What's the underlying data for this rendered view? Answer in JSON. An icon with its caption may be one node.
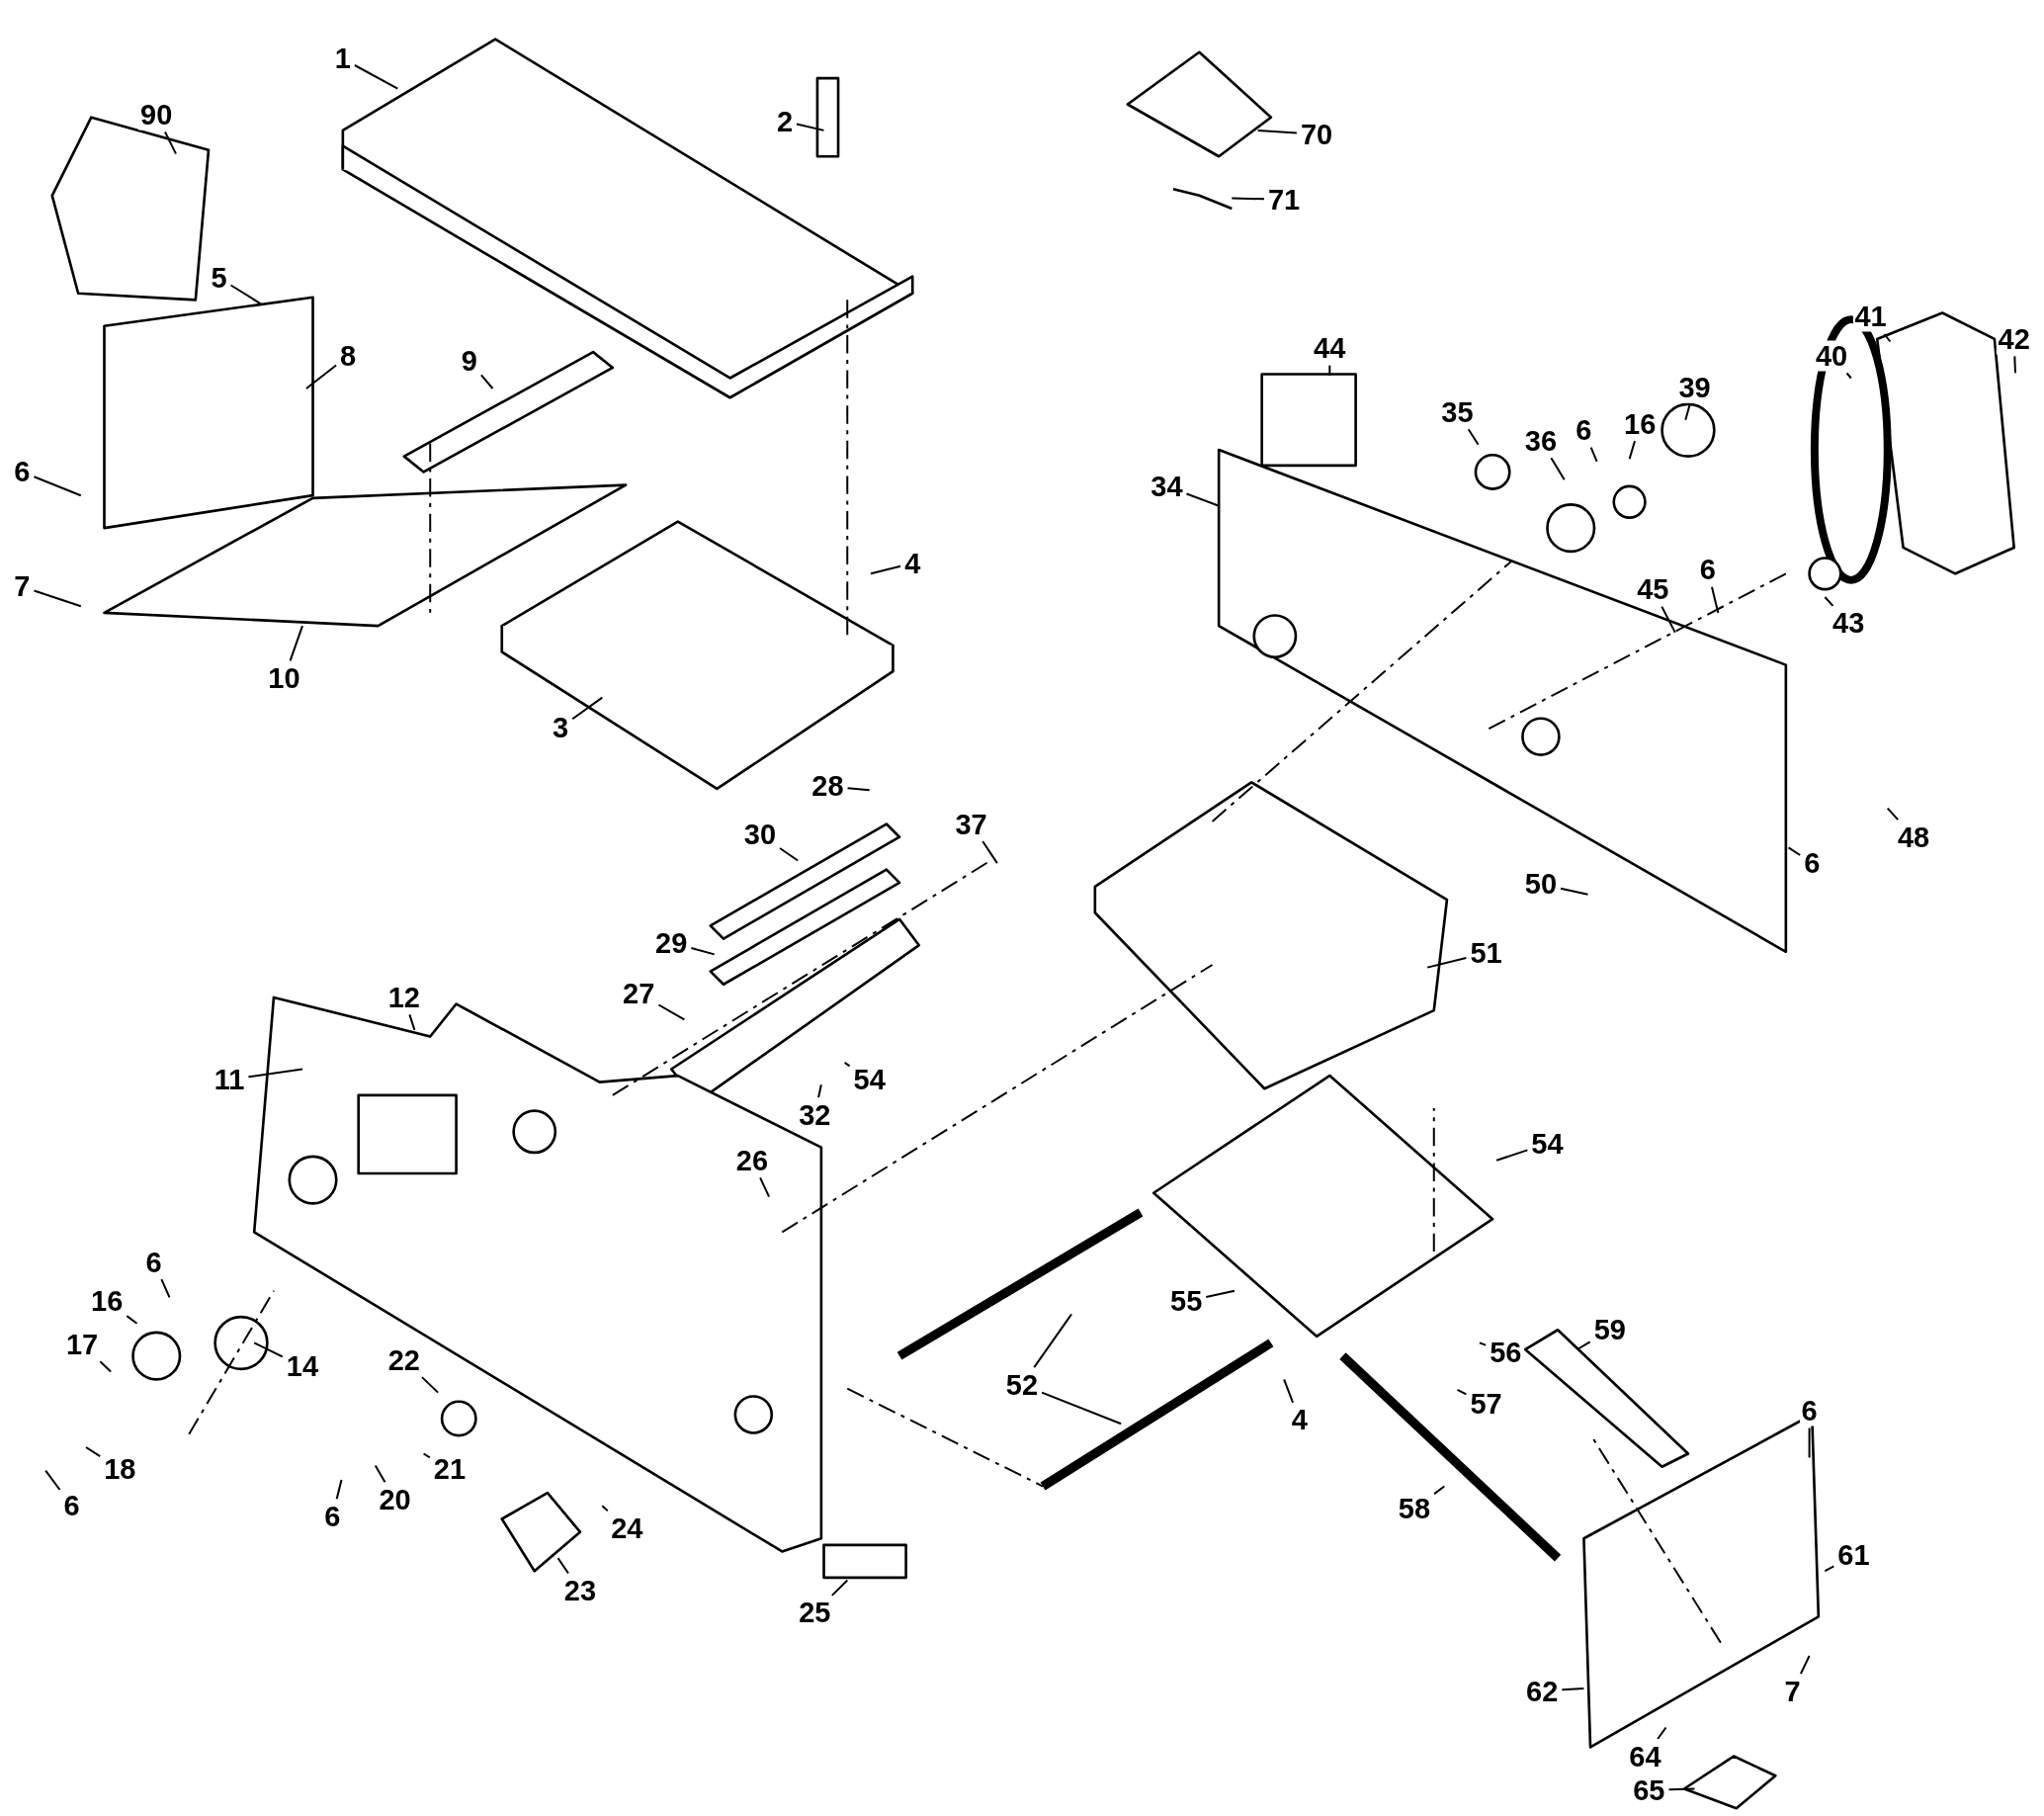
{
  "diagram": {
    "nodes": [
      {
        "text": [
          "90"
        ]
      },
      {
        "text": [
          "1"
        ]
      },
      {
        "text": [
          "2"
        ]
      },
      {
        "text": [
          "70"
        ]
      },
      {
        "text": [
          "71"
        ]
      },
      {
        "text": [
          "5"
        ]
      },
      {
        "text": [
          "8"
        ]
      },
      {
        "text": [
          "9"
        ]
      },
      {
        "text": [
          "44"
        ]
      },
      {
        "text": [
          "41"
        ]
      },
      {
        "text": [
          "40"
        ]
      },
      {
        "text": [
          "42"
        ]
      },
      {
        "text": [
          "39"
        ]
      },
      {
        "text": [
          "16"
        ]
      },
      {
        "text": [
          "6"
        ]
      },
      {
        "text": [
          "36"
        ]
      },
      {
        "text": [
          "35"
        ]
      },
      {
        "text": [
          "34"
        ]
      },
      {
        "text": [
          "6"
        ]
      },
      {
        "text": [
          "7"
        ]
      },
      {
        "text": [
          "4"
        ]
      },
      {
        "text": [
          "10"
        ]
      },
      {
        "text": [
          "3"
        ]
      },
      {
        "text": [
          "45"
        ]
      },
      {
        "text": [
          "6"
        ]
      },
      {
        "text": [
          "43"
        ]
      },
      {
        "text": [
          "28"
        ]
      },
      {
        "text": [
          "30"
        ]
      },
      {
        "text": [
          "37"
        ]
      },
      {
        "text": [
          "48"
        ]
      },
      {
        "text": [
          "6"
        ]
      },
      {
        "text": [
          "50"
        ]
      },
      {
        "text": [
          "29"
        ]
      },
      {
        "text": [
          "51"
        ]
      },
      {
        "text": [
          "27"
        ]
      },
      {
        "text": [
          "12"
        ]
      },
      {
        "text": [
          "11"
        ]
      },
      {
        "text": [
          "54"
        ]
      },
      {
        "text": [
          "32"
        ]
      },
      {
        "text": [
          "26"
        ]
      },
      {
        "text": [
          "54"
        ]
      },
      {
        "text": [
          "55"
        ]
      },
      {
        "text": [
          "6"
        ]
      },
      {
        "text": [
          "16"
        ]
      },
      {
        "text": [
          "14"
        ]
      },
      {
        "text": [
          "17"
        ]
      },
      {
        "text": [
          "22"
        ]
      },
      {
        "text": [
          "56"
        ]
      },
      {
        "text": [
          "52"
        ]
      },
      {
        "text": [
          "59"
        ]
      },
      {
        "text": [
          "57"
        ]
      },
      {
        "text": [
          "4"
        ]
      },
      {
        "text": [
          "21"
        ]
      },
      {
        "text": [
          "20"
        ]
      },
      {
        "text": [
          "6"
        ]
      },
      {
        "text": [
          "18"
        ]
      },
      {
        "text": [
          "6"
        ]
      },
      {
        "text": [
          "58"
        ]
      },
      {
        "text": [
          "6"
        ]
      },
      {
        "text": [
          "61"
        ]
      },
      {
        "text": [
          "7"
        ]
      },
      {
        "text": [
          "23"
        ]
      },
      {
        "text": [
          "24"
        ]
      },
      {
        "text": [
          "25"
        ]
      },
      {
        "text": [
          "62"
        ]
      },
      {
        "text": [
          "64"
        ]
      },
      {
        "text": [
          "65"
        ]
      }
    ],
    "edges": [
      {
        "from": 0,
        "to": null,
        "arrow": "none"
      },
      {
        "from": 1,
        "to": null,
        "arrow": "none"
      },
      {
        "from": 2,
        "to": null,
        "arrow": "none"
      },
      {
        "from": 3,
        "to": null,
        "arrow": "none"
      },
      {
        "from": 4,
        "to": null,
        "arrow": "none"
      },
      {
        "from": 5,
        "to": null,
        "arrow": "none"
      },
      {
        "from": 6,
        "to": null,
        "arrow": "none"
      },
      {
        "from": 7,
        "to": null,
        "arrow": "none"
      },
      {
        "from": 8,
        "to": null,
        "arrow": "none"
      },
      {
        "from": 9,
        "to": null,
        "arrow": "none"
      },
      {
        "from": 10,
        "to": null,
        "arrow": "none"
      },
      {
        "from": 11,
        "to": null,
        "arrow": "none"
      },
      {
        "from": 12,
        "to": null,
        "arrow": "none"
      },
      {
        "from": 13,
        "to": null,
        "arrow": "none"
      },
      {
        "from": 14,
        "to": null,
        "arrow": "none"
      },
      {
        "from": 15,
        "to": null,
        "arrow": "none"
      },
      {
        "from": 16,
        "to": null,
        "arrow": "none"
      },
      {
        "from": 17,
        "to": null,
        "arrow": "none"
      },
      {
        "from": 18,
        "to": null,
        "arrow": "none"
      },
      {
        "from": 19,
        "to": null,
        "arrow": "none"
      },
      {
        "from": 20,
        "to": null,
        "arrow": "none"
      },
      {
        "from": 21,
        "to": null,
        "arrow": "none"
      },
      {
        "from": 22,
        "to": null,
        "arrow": "none"
      },
      {
        "from": 23,
        "to": null,
        "arrow": "none"
      },
      {
        "from": 24,
        "to": null,
        "arrow": "none"
      },
      {
        "from": 25,
        "to": null,
        "arrow": "none"
      },
      {
        "from": 26,
        "to": null,
        "arrow": "none"
      },
      {
        "from": 27,
        "to": null,
        "arrow": "none"
      },
      {
        "from": 28,
        "to": null,
        "arrow": "none"
      },
      {
        "from": 29,
        "to": null,
        "arrow": "none"
      },
      {
        "from": 30,
        "to": null,
        "arrow": "none"
      },
      {
        "from": 31,
        "to": null,
        "arrow": "none"
      },
      {
        "from": 32,
        "to": null,
        "arrow": "none"
      },
      {
        "from": 33,
        "to": null,
        "arrow": "none"
      },
      {
        "from": 34,
        "to": null,
        "arrow": "none"
      },
      {
        "from": 35,
        "to": null,
        "arrow": "none"
      },
      {
        "from": 36,
        "to": null,
        "arrow": "none"
      },
      {
        "from": 37,
        "to": null,
        "arrow": "none"
      },
      {
        "from": 38,
        "to": null,
        "arrow": "none"
      },
      {
        "from": 39,
        "to": null,
        "arrow": "none"
      },
      {
        "from": 40,
        "to": null,
        "arrow": "none"
      },
      {
        "from": 41,
        "to": null,
        "arrow": "none"
      },
      {
        "from": 42,
        "to": null,
        "arrow": "none"
      },
      {
        "from": 43,
        "to": null,
        "arrow": "none"
      },
      {
        "from": 44,
        "to": null,
        "arrow": "none"
      },
      {
        "from": 45,
        "to": null,
        "arrow": "none"
      },
      {
        "from": 46,
        "to": null,
        "arrow": "none"
      },
      {
        "from": 47,
        "to": null,
        "arrow": "none"
      },
      {
        "from": 48,
        "to": null,
        "arrow": "none"
      },
      {
        "from": 48,
        "to": null,
        "arrow": "none"
      },
      {
        "from": 49,
        "to": null,
        "arrow": "none"
      },
      {
        "from": 50,
        "to": null,
        "arrow": "none"
      },
      {
        "from": 51,
        "to": null,
        "arrow": "none"
      },
      {
        "from": 52,
        "to": null,
        "arrow": "none"
      },
      {
        "from": 53,
        "to": null,
        "arrow": "none"
      },
      {
        "from": 54,
        "to": null,
        "arrow": "none"
      },
      {
        "from": 55,
        "to": null,
        "arrow": "none"
      },
      {
        "from": 56,
        "to": null,
        "arrow": "none"
      },
      {
        "from": 57,
        "to": null,
        "arrow": "none"
      },
      {
        "from": 58,
        "to": null,
        "arrow": "none"
      },
      {
        "from": 59,
        "to": null,
        "arrow": "none"
      },
      {
        "from": 60,
        "to": null,
        "arrow": "none"
      },
      {
        "from": 61,
        "to": null,
        "arrow": "none"
      },
      {
        "from": 62,
        "to": null,
        "arrow": "none"
      },
      {
        "from": 63,
        "to": null,
        "arrow": "none"
      },
      {
        "from": 64,
        "to": null,
        "arrow": "none"
      },
      {
        "from": 65,
        "to": null,
        "arrow": "none"
      },
      {
        "from": 66,
        "to": null,
        "arrow": "none"
      }
    ]
  }
}
